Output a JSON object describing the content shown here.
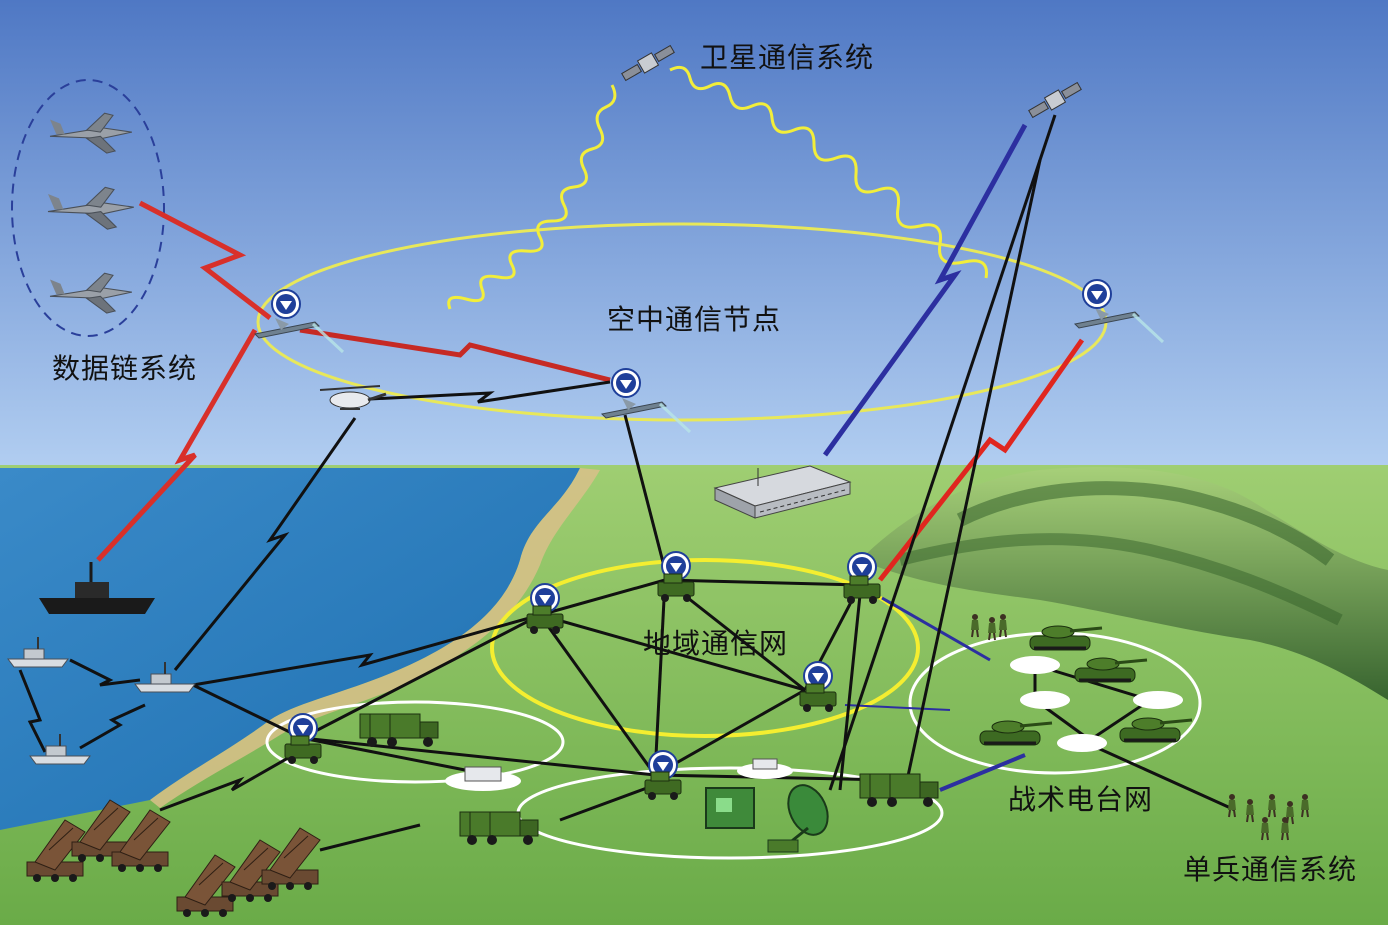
{
  "labels": {
    "satellite_system": "卫星通信系统",
    "air_nodes": "空中通信节点",
    "data_link": "数据链系统",
    "area_network": "地域通信网",
    "tactical_radio": "战术电台网",
    "soldier_system": "单兵通信系统"
  },
  "colors": {
    "sky_top": "#4f78c4",
    "sky_bottom": "#a9c8ee",
    "sea": "#2a7fc2",
    "land": "#7ebd52",
    "satellite_link": "#f2ee3a",
    "data_link": "#d8302a",
    "sat_beam": "#2c2fa0",
    "ground_link": "#111111",
    "air_ring": "#e8e85a",
    "area_ring": "#f4ee30",
    "local_ring": "#ffffff",
    "node_badge": "#1f3f9a"
  }
}
